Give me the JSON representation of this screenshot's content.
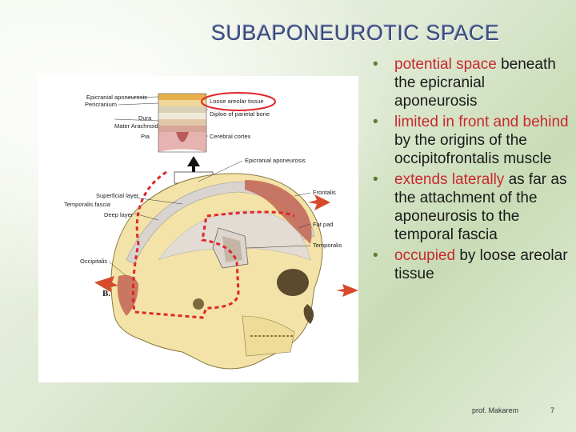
{
  "slide": {
    "title": "SUBAPONEUROTIC SPACE",
    "author": "prof. Makarem",
    "page_number": "7"
  },
  "colors": {
    "title": "#3a4a7a",
    "highlight": "#c8282e",
    "bullet": "#5f7a2e",
    "background": "#dfe9d3"
  },
  "bullets": [
    {
      "highlight": "potential space",
      "rest": " beneath the epicranial aponeurosis"
    },
    {
      "highlight": "limited in front and behind",
      "rest": " by the origins of the occipitofrontalis muscle"
    },
    {
      "highlight": "extends laterally",
      "rest": " as far as the attachment of the aponeurosis to the temporal fascia"
    },
    {
      "highlight": "occupied",
      "rest": " by loose areolar tissue"
    }
  ],
  "figure": {
    "labels": {
      "epicranial_aponeurosis_top": "Epicranial aponeurosis",
      "pericranium": "Pericranium",
      "loose_areolar": "Loose areolar tissue",
      "diploe": "Diploe of parietal bone",
      "dura": "Dura",
      "mater_arachnoid": "Mater Arachnoid",
      "pia": "Pia",
      "cerebral_cortex": "Cerebral cortex",
      "epicranial_aponeurosis": "Epicranial aponeurosis",
      "superficial_layer": "Superficial layer",
      "temporalis_fascia": "Temporalis fascia",
      "deep_layer": "Deep layer",
      "frontalis": "Frontalis",
      "fat_pad": "Fat pad",
      "temporalis": "Temporalis",
      "occipitalis": "Occipitalis",
      "panel": "B."
    }
  }
}
